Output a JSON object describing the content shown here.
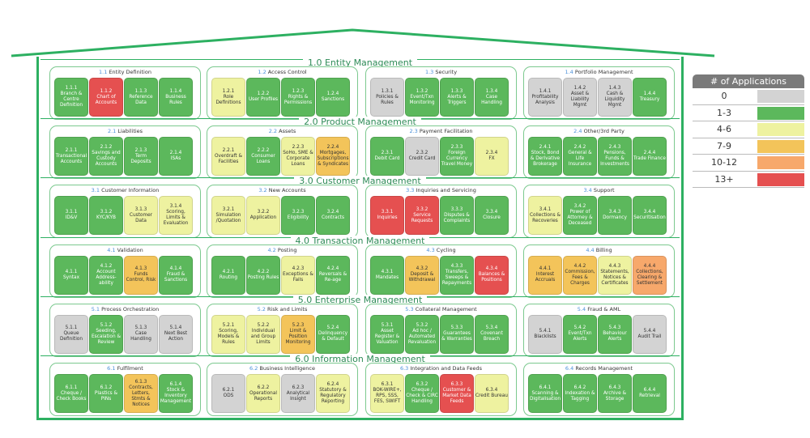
{
  "diagram": {
    "layers": [
      {
        "title": "1.0 Entity Management",
        "groups": [
          {
            "num": "1.1",
            "title": "Entity Definition",
            "boxes": [
              {
                "num": "1.1.1",
                "label": "Branch & Centre Definition",
                "color": "green"
              },
              {
                "num": "1.1.2",
                "label": "Chart of Accounts",
                "color": "red"
              },
              {
                "num": "1.1.3",
                "label": "Reference Data",
                "color": "green"
              },
              {
                "num": "1.1.4",
                "label": "Business Rules",
                "color": "green"
              }
            ]
          },
          {
            "num": "1.2",
            "title": "Access Control",
            "boxes": [
              {
                "num": "1.2.1",
                "label": "Role Definitions",
                "color": "yellow"
              },
              {
                "num": "1.2.2",
                "label": "User Profiles",
                "color": "green"
              },
              {
                "num": "1.2.3",
                "label": "Rights & Permissions",
                "color": "green"
              },
              {
                "num": "1.2.4",
                "label": "Sanctions",
                "color": "green"
              }
            ]
          },
          {
            "num": "1.3",
            "title": "Security",
            "boxes": [
              {
                "num": "1.3.1",
                "label": "Policies & Rules",
                "color": "grey"
              },
              {
                "num": "1.3.2",
                "label": "Event/Txn Monitoring",
                "color": "green"
              },
              {
                "num": "1.3.3",
                "label": "Alerts & Triggers",
                "color": "green"
              },
              {
                "num": "1.3.4",
                "label": "Case Handling",
                "color": "green"
              }
            ]
          },
          {
            "num": "1.4",
            "title": "Portfolio Management",
            "boxes": [
              {
                "num": "1.4.1",
                "label": "Profitability Analysis",
                "color": "grey"
              },
              {
                "num": "1.4.2",
                "label": "Asset & Liability Mgmt",
                "color": "grey"
              },
              {
                "num": "1.4.3",
                "label": "Cash & Liquidity Mgmt",
                "color": "grey"
              },
              {
                "num": "1.4.4",
                "label": "Treasury",
                "color": "green"
              }
            ]
          }
        ]
      },
      {
        "title": "2.0 Product Management",
        "groups": [
          {
            "num": "2.1",
            "title": "Liabilities",
            "boxes": [
              {
                "num": "2.1.1",
                "label": "Transactional Accounts",
                "color": "green"
              },
              {
                "num": "2.1.2",
                "label": "Savings and Custody Accounts",
                "color": "green"
              },
              {
                "num": "2.1.3",
                "label": "Term Deposits",
                "color": "green"
              },
              {
                "num": "2.1.4",
                "label": "ISAs",
                "color": "green"
              }
            ]
          },
          {
            "num": "2.2",
            "title": "Assets",
            "boxes": [
              {
                "num": "2.2.1",
                "label": "Overdraft & Facilities",
                "color": "yellow"
              },
              {
                "num": "2.2.2",
                "label": "Consumer Loans",
                "color": "green"
              },
              {
                "num": "2.2.3",
                "label": "SoHo, SME & Corporate Loans",
                "color": "yellow"
              },
              {
                "num": "2.2.4",
                "label": "Mortgages, Subscriptions & Syndicates",
                "color": "orange"
              }
            ]
          },
          {
            "num": "2.3",
            "title": "Payment Facilitation",
            "boxes": [
              {
                "num": "2.3.1",
                "label": "Debit Card",
                "color": "green"
              },
              {
                "num": "2.3.2",
                "label": "Credit Card",
                "color": "grey"
              },
              {
                "num": "2.3.3",
                "label": "Foreign Currency Travel Money",
                "color": "green"
              },
              {
                "num": "2.3.4",
                "label": "FX",
                "color": "yellow"
              }
            ]
          },
          {
            "num": "2.4",
            "title": "Other/3rd Party",
            "boxes": [
              {
                "num": "2.4.1",
                "label": "Stock, Bond & Derivative Brokerage",
                "color": "green"
              },
              {
                "num": "2.4.2",
                "label": "General & Life Insurance",
                "color": "green"
              },
              {
                "num": "2.4.3",
                "label": "Pensions, Funds & Investments",
                "color": "green"
              },
              {
                "num": "2.4.4",
                "label": "Trade Finance",
                "color": "green"
              }
            ]
          }
        ]
      },
      {
        "title": "3.0 Customer Management",
        "groups": [
          {
            "num": "3.1",
            "title": "Customer Information",
            "boxes": [
              {
                "num": "3.1.1",
                "label": "ID&V",
                "color": "green"
              },
              {
                "num": "3.1.2",
                "label": "KYC/KYB",
                "color": "green"
              },
              {
                "num": "3.1.3",
                "label": "Customer Data",
                "color": "yellow"
              },
              {
                "num": "3.1.4",
                "label": "Scoring, Limits & Evaluation",
                "color": "yellow"
              }
            ]
          },
          {
            "num": "3.2",
            "title": "New Accounts",
            "boxes": [
              {
                "num": "3.2.1",
                "label": "Simulation /Quotation",
                "color": "yellow"
              },
              {
                "num": "3.2.2",
                "label": "Application",
                "color": "yellow"
              },
              {
                "num": "3.2.3",
                "label": "Eligibility",
                "color": "green"
              },
              {
                "num": "3.2.4",
                "label": "Contracts",
                "color": "green"
              }
            ]
          },
          {
            "num": "3.3",
            "title": "Inquiries and Servicing",
            "boxes": [
              {
                "num": "3.3.1",
                "label": "Inquiries",
                "color": "red"
              },
              {
                "num": "3.3.2",
                "label": "Service Requests",
                "color": "red"
              },
              {
                "num": "3.3.3",
                "label": "Disputes & Complaints",
                "color": "green"
              },
              {
                "num": "3.3.4",
                "label": "Closure",
                "color": "green"
              }
            ]
          },
          {
            "num": "3.4",
            "title": "Support",
            "boxes": [
              {
                "num": "3.4.1",
                "label": "Collections & Recoveries",
                "color": "yellow"
              },
              {
                "num": "3.4.2",
                "label": "Power of Attorney & Deceased",
                "color": "green"
              },
              {
                "num": "3.4.3",
                "label": "Dormancy",
                "color": "green"
              },
              {
                "num": "3.4.4",
                "label": "Securitisation",
                "color": "green"
              }
            ]
          }
        ]
      },
      {
        "title": "4.0 Transaction Management",
        "groups": [
          {
            "num": "4.1",
            "title": "Validation",
            "boxes": [
              {
                "num": "4.1.1",
                "label": "Syntax",
                "color": "green"
              },
              {
                "num": "4.1.2",
                "label": "Account Address-ability",
                "color": "green"
              },
              {
                "num": "4.1.3",
                "label": "Funds Control, Risk",
                "color": "orange"
              },
              {
                "num": "4.1.4",
                "label": "Fraud & Sanctions",
                "color": "green"
              }
            ]
          },
          {
            "num": "4.2",
            "title": "Posting",
            "boxes": [
              {
                "num": "4.2.1",
                "label": "Routing",
                "color": "green"
              },
              {
                "num": "4.2.2",
                "label": "Posting Rules",
                "color": "green"
              },
              {
                "num": "4.2.3",
                "label": "Exceptions & Fails",
                "color": "yellow"
              },
              {
                "num": "4.2.4",
                "label": "Reversals & Re-age",
                "color": "green"
              }
            ]
          },
          {
            "num": "4.3",
            "title": "Cycling",
            "boxes": [
              {
                "num": "4.3.1",
                "label": "Mandates",
                "color": "green"
              },
              {
                "num": "4.3.2",
                "label": "Deposit & Withdrawal",
                "color": "orange"
              },
              {
                "num": "4.3.3",
                "label": "Transfers, Sweeps & Repayments",
                "color": "green"
              },
              {
                "num": "4.3.4",
                "label": "Balances & Positions",
                "color": "red"
              }
            ]
          },
          {
            "num": "4.4",
            "title": "Billing",
            "boxes": [
              {
                "num": "4.4.1",
                "label": "Interest Accruals",
                "color": "orange"
              },
              {
                "num": "4.4.2",
                "label": "Commission, Fees & Charges",
                "color": "orange"
              },
              {
                "num": "4.4.3",
                "label": "Statements, Notices & Certificates",
                "color": "yellow"
              },
              {
                "num": "4.4.4",
                "label": "Collections, Clearing & Settlement",
                "color": "salmon"
              }
            ]
          }
        ]
      },
      {
        "title": "5.0 Enterprise Management",
        "groups": [
          {
            "num": "5.1",
            "title": "Process Orchestration",
            "boxes": [
              {
                "num": "5.1.1",
                "label": "Queue Definition",
                "color": "grey"
              },
              {
                "num": "5.1.2",
                "label": "Seeding, Escalation & Review",
                "color": "green"
              },
              {
                "num": "5.1.3",
                "label": "Case Handling",
                "color": "grey"
              },
              {
                "num": "5.1.4",
                "label": "Next Best Action",
                "color": "grey"
              }
            ]
          },
          {
            "num": "5.2",
            "title": "Risk and Limits",
            "boxes": [
              {
                "num": "5.2.1",
                "label": "Scoring, Models & Rules",
                "color": "yellow"
              },
              {
                "num": "5.2.2",
                "label": "Individual and Group Limits",
                "color": "yellow"
              },
              {
                "num": "5.2.3",
                "label": "Limit & Position Monitoring",
                "color": "orange"
              },
              {
                "num": "5.2.4",
                "label": "Delinquency & Default",
                "color": "green"
              }
            ]
          },
          {
            "num": "5.3",
            "title": "Collateral Management",
            "boxes": [
              {
                "num": "5.3.1",
                "label": "Asset Register & Valuation",
                "color": "green"
              },
              {
                "num": "5.3.2",
                "label": "Ad hoc / Automated Revaluation",
                "color": "green"
              },
              {
                "num": "5.3.3",
                "label": "Guarantees & Warranties",
                "color": "green"
              },
              {
                "num": "5.3.4",
                "label": "Covenant Breach",
                "color": "green"
              }
            ]
          },
          {
            "num": "5.4",
            "title": "Fraud & AML",
            "boxes": [
              {
                "num": "5.4.1",
                "label": "Blacklists",
                "color": "grey"
              },
              {
                "num": "5.4.2",
                "label": "Event/Txn Alerts",
                "color": "green"
              },
              {
                "num": "5.4.3",
                "label": "Behaviour Alerts",
                "color": "green"
              },
              {
                "num": "5.4.4",
                "label": "Audit Trail",
                "color": "grey"
              }
            ]
          }
        ]
      },
      {
        "title": "6.0 Information Management",
        "groups": [
          {
            "num": "6.1",
            "title": "Fulfilment",
            "boxes": [
              {
                "num": "6.1.1",
                "label": "Cheque / Check Books",
                "color": "green"
              },
              {
                "num": "6.1.2",
                "label": "Plastics & PINs",
                "color": "green"
              },
              {
                "num": "6.1.3",
                "label": "Contracts, Letters, Stmts & Notices",
                "color": "orange"
              },
              {
                "num": "6.1.4",
                "label": "Stock & Inventory Management",
                "color": "green"
              }
            ]
          },
          {
            "num": "6.2",
            "title": "Business Intelligence",
            "boxes": [
              {
                "num": "6.2.1",
                "label": "ODS",
                "color": "grey"
              },
              {
                "num": "6.2.2",
                "label": "Operational Reports",
                "color": "yellow"
              },
              {
                "num": "6.2.3",
                "label": "Analytical Insight",
                "color": "grey"
              },
              {
                "num": "6.2.4",
                "label": "Statutory & Regulatory Reporting",
                "color": "yellow"
              }
            ]
          },
          {
            "num": "6.3",
            "title": "Integration and Data Feeds",
            "boxes": [
              {
                "num": "6.3.1",
                "label": "BOK-WIRE+, RPS, SSS, FES, SWIFT",
                "color": "yellow"
              },
              {
                "num": "6.3.2",
                "label": "Cheque / Check & CIRC Handling",
                "color": "green"
              },
              {
                "num": "6.3.3",
                "label": "Customer & Market Data Feeds",
                "color": "red"
              },
              {
                "num": "6.3.4",
                "label": "Credit Bureau",
                "color": "yellow"
              }
            ]
          },
          {
            "num": "6.4",
            "title": "Records Management",
            "boxes": [
              {
                "num": "6.4.1",
                "label": "Scanning & Digitalisation",
                "color": "green"
              },
              {
                "num": "6.4.2",
                "label": "Indexation & Tagging",
                "color": "green"
              },
              {
                "num": "6.4.3",
                "label": "Archive & Storage",
                "color": "green"
              },
              {
                "num": "6.4.4",
                "label": "Retrieval",
                "color": "green"
              }
            ]
          }
        ]
      }
    ]
  },
  "legend": {
    "title": "# of Applications",
    "rows": [
      {
        "label": "0",
        "color": "grey"
      },
      {
        "label": "1-3",
        "color": "green"
      },
      {
        "label": "4-6",
        "color": "yellow"
      },
      {
        "label": "7-9",
        "color": "orange"
      },
      {
        "label": "10-12",
        "color": "salmon"
      },
      {
        "label": "13+",
        "color": "red"
      }
    ]
  },
  "colors": {
    "outline": "#2db061",
    "grey": "#d3d3d3",
    "green": "#5cb85c",
    "yellow": "#eef2a0",
    "orange": "#f3c45a",
    "salmon": "#f7a86b",
    "red": "#e55050"
  }
}
